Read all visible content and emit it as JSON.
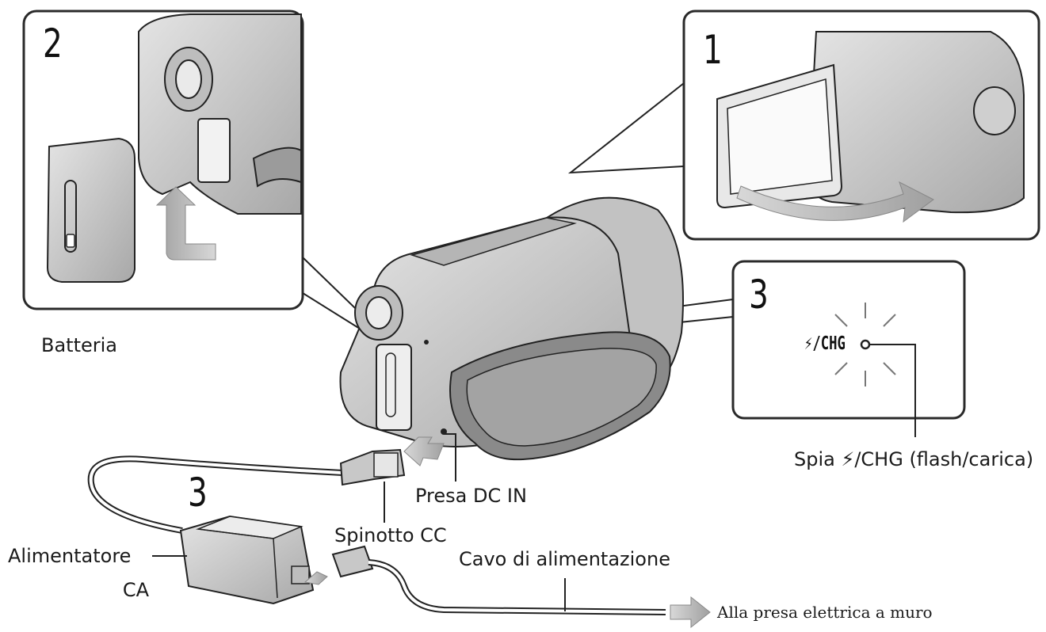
{
  "steps": {
    "step1": "1",
    "step2": "2",
    "step3_panel": "3",
    "step3_adapter": "3"
  },
  "labels": {
    "batteria": "Batteria",
    "presa_dc_in": "Presa DC IN",
    "spinotto_cc": "Spinotto CC",
    "alimentatore_line1": "Alimentatore",
    "alimentatore_line2": "CA",
    "cavo": "Cavo di alimentazione",
    "alla_presa": "Alla presa elettrica a muro",
    "spia": "Spia ⚡/CHG (flash/carica)"
  },
  "indicator": {
    "text": "⚡/CHG"
  },
  "colors": {
    "line": "#222222",
    "body": "#d6d6d6",
    "body_dark": "#a9a9a9",
    "arrow": "#b8b8b8",
    "panel_border": "#2a2a2a"
  }
}
